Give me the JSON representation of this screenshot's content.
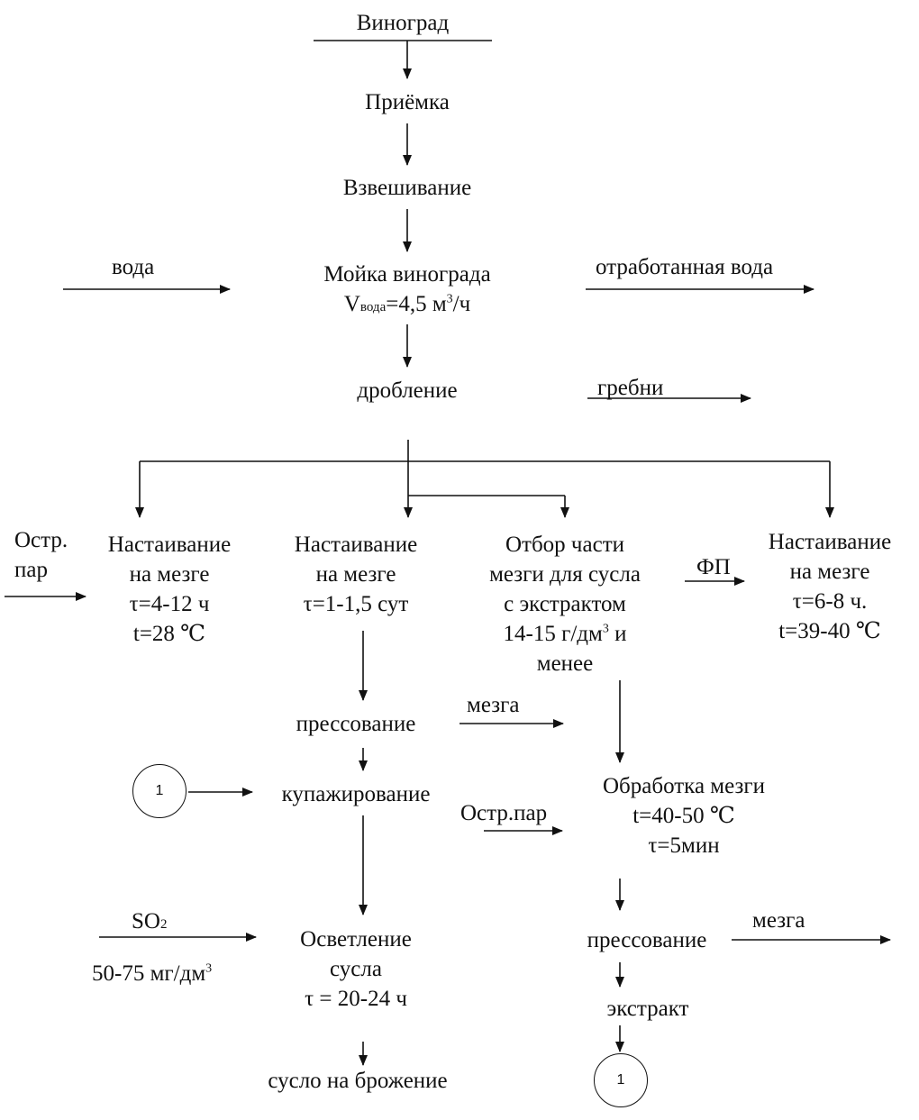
{
  "nodes": {
    "grapes": "Виноград",
    "reception": "Приёмка",
    "weighing": "Взвешивание",
    "washing": {
      "title": "Мойка винограда",
      "v_prefix": "V",
      "v_sub": "вода",
      "v_value": "=4,5 м",
      "v_sup": "3",
      "v_unit": "/ч"
    },
    "crushing": "дробление",
    "infusion1": {
      "l1": "Настаивание",
      "l2": "на мезге",
      "l3": "τ=4-12 ч",
      "l4": "t=28 ℃"
    },
    "infusion2": {
      "l1": "Настаивание",
      "l2": "на мезге",
      "l3": "τ=1-1,5 сут"
    },
    "selection": {
      "l1": "Отбор части",
      "l2": "мезги для сусла",
      "l3": "с экстрактом",
      "l4a": "14-15 г/дм",
      "l4sup": "3",
      "l4b": " и",
      "l5": "менее"
    },
    "infusion3": {
      "l1": "Настаивание",
      "l2": "на мезге",
      "l3": "τ=6-8 ч.",
      "l4": "t=39-40 ℃"
    },
    "pressing1": "прессование",
    "blending": "купажирование",
    "pulp_processing": {
      "l1": "Обработка мезги",
      "l2": "t=40-50 ℃",
      "l3": "τ=5мин"
    },
    "clarification": {
      "l1": "Осветление",
      "l2": "сусла",
      "l3": "τ = 20-24 ч"
    },
    "pressing2": "прессование",
    "must_fermentation": "сусло на брожение",
    "extract": "экстракт"
  },
  "side_labels": {
    "water": "вода",
    "waste_water": "отработанная вода",
    "stems": "гребни",
    "steam1_l1": "Остр.",
    "steam1_l2": "пар",
    "fp": "ФП",
    "pulp1": "мезга",
    "steam2": "Остр.пар",
    "so2_base": "SO",
    "so2_sub": "2",
    "so2_dose": "50-75 мг/дм",
    "so2_dose_sup": "3",
    "pulp2": "мезга"
  },
  "connectors": {
    "c1": "1",
    "c2": "1"
  }
}
